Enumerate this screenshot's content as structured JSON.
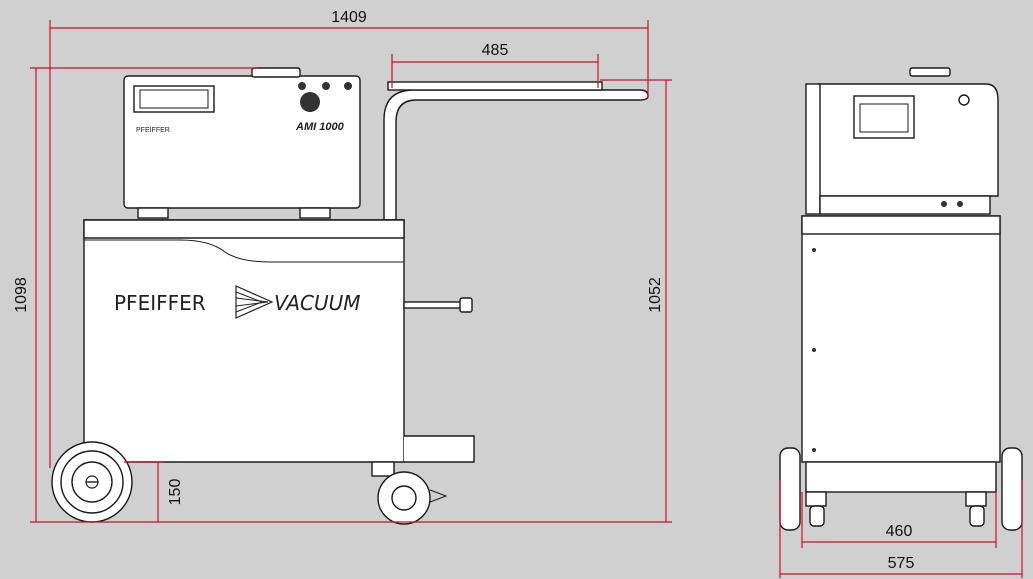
{
  "colors": {
    "background": "#d0d0d0",
    "dimension_line": "#c8102e",
    "outline": "#1a1a1a",
    "body_fill": "#ffffff"
  },
  "dimensions": {
    "overall_length": "1409",
    "handle_width": "485",
    "overall_height": "1098",
    "handle_height": "1052",
    "ground_clearance": "150",
    "inner_width": "460",
    "overall_width": "575"
  },
  "device": {
    "brand_left": "PFEIFFER",
    "brand_right": "VACUUM",
    "model": "AMI 1000"
  }
}
